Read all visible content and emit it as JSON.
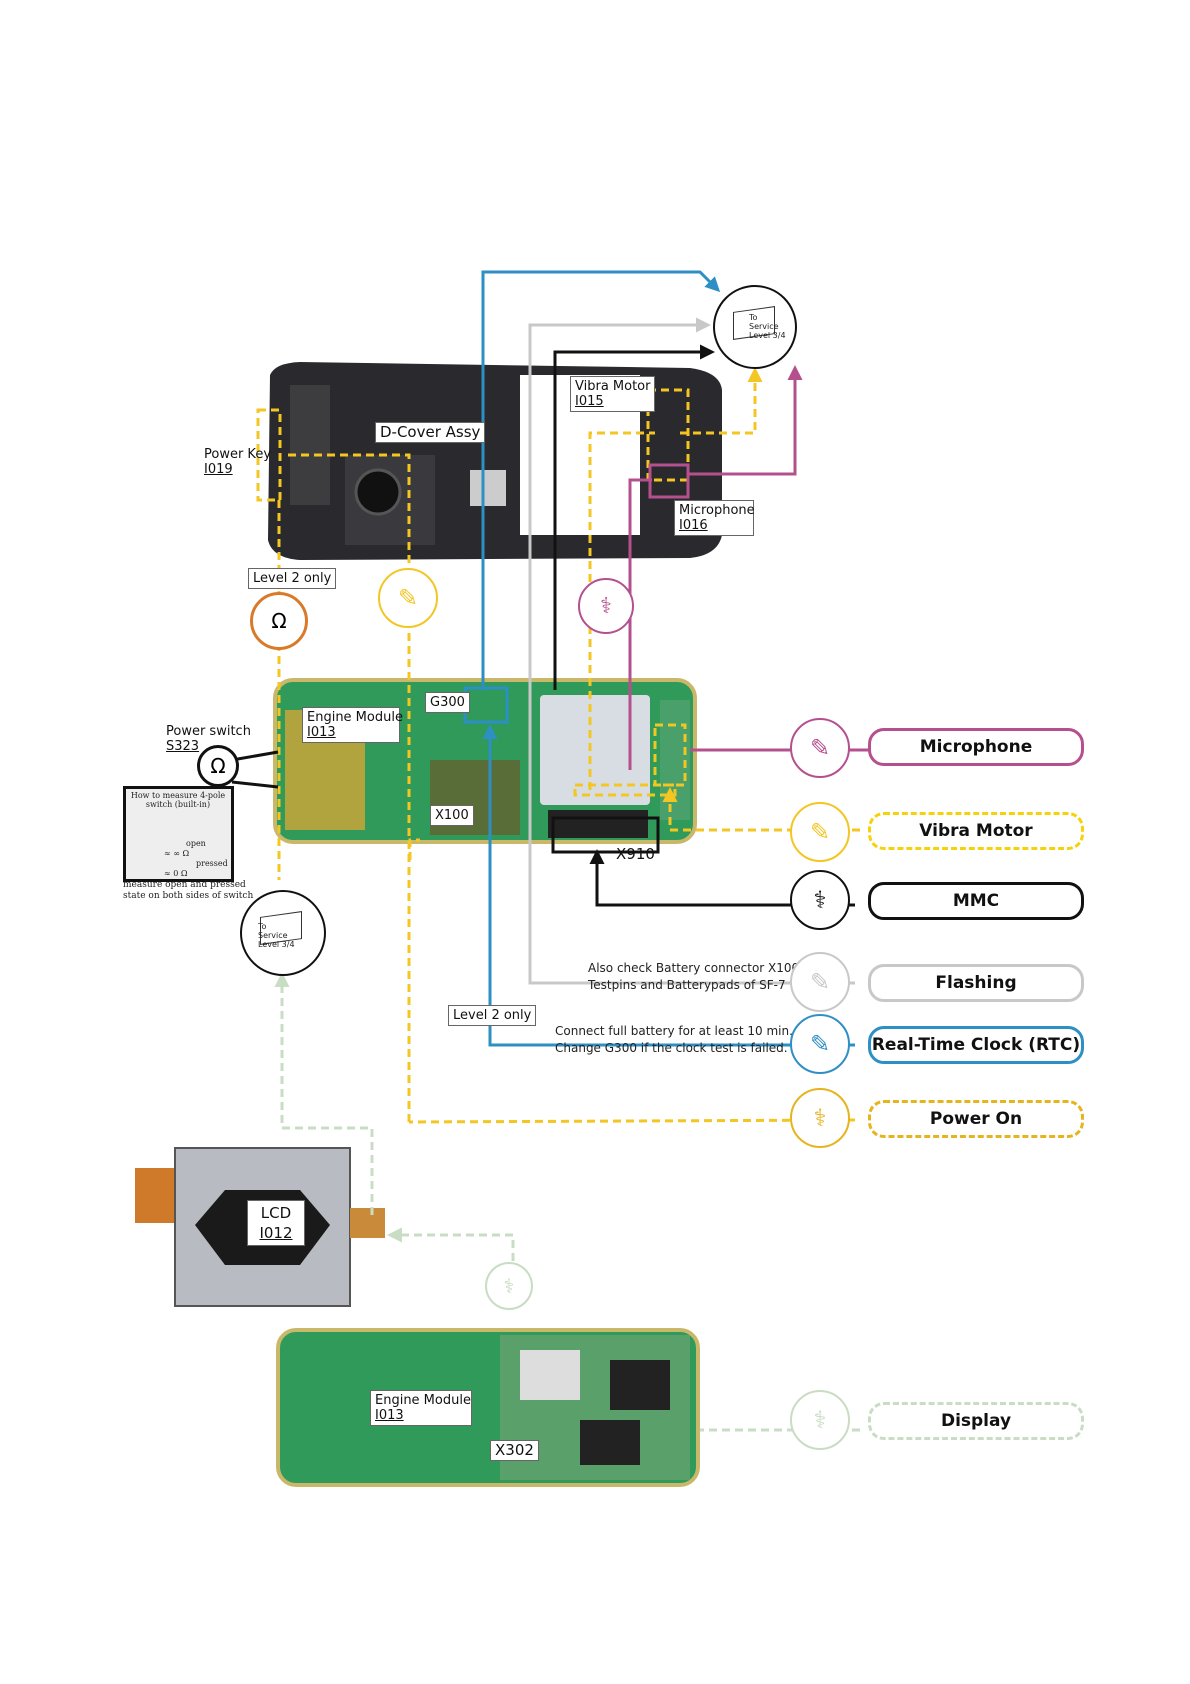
{
  "components": {
    "d_cover": "D-Cover Assy",
    "power_key": {
      "name": "Power Key",
      "ref": "I019"
    },
    "vibra_motor": {
      "name": "Vibra Motor",
      "ref": "I015"
    },
    "microphone": {
      "name": "Microphone",
      "ref": "I016"
    },
    "engine_module_top": {
      "name": "Engine Module",
      "ref": "I013"
    },
    "power_switch": {
      "name": "Power switch",
      "ref": "S323"
    },
    "g300": "G300",
    "x100": "X100",
    "x910": "X910",
    "lcd": {
      "name": "LCD",
      "ref": "I012"
    },
    "engine_module_bottom": {
      "name": "Engine Module",
      "ref": "I013"
    },
    "x302": "X302",
    "service_level_top": {
      "line1": "To",
      "line2": "Service",
      "line3": "Level 3/4"
    },
    "service_level_mid": {
      "line1": "To",
      "line2": "Service",
      "line3": "Level 3/4"
    }
  },
  "labels": {
    "level2_a": "Level 2 only",
    "level2_b": "Level 2 only",
    "ohm": "Ω"
  },
  "switch_instruction": {
    "title": "How to measure 4-pole switch (built-in)",
    "open": "open",
    "open_value": "≈ ∞ Ω",
    "pressed": "pressed",
    "pressed_value": "≈ 0 Ω",
    "caption1": "measure open and pressed",
    "caption2": "state on both sides of switch"
  },
  "notes": {
    "flashing_1": "Also check Battery connector X100,",
    "flashing_2": "Testpins and Batterypads of SF-7",
    "rtc_1": "Connect full battery for at least 10 min.",
    "rtc_2": "Change G300 if the clock test is failed."
  },
  "tests": [
    {
      "label": "Microphone",
      "color": "#b5508f",
      "style": "solid"
    },
    {
      "label": "Vibra Motor",
      "color": "#f5d20a",
      "style": "dash"
    },
    {
      "label": "MMC",
      "color": "#111111",
      "style": "solid"
    },
    {
      "label": "Flashing",
      "color": "#c8c8c8",
      "style": "solid"
    },
    {
      "label": "Real-Time Clock (RTC)",
      "color": "#2e8fc4",
      "style": "solid"
    },
    {
      "label": "Power On",
      "color": "#e5b41e",
      "style": "dash"
    },
    {
      "label": "Display",
      "color": "#c9dcc4",
      "style": "dash"
    }
  ],
  "icons": [
    "esd-brush-icon",
    "flash-tool-icon",
    "ohm-meter-icon",
    "service-box-icon"
  ],
  "colors": {
    "yellow": "#f3c623",
    "blue": "#2e8fc4",
    "magenta": "#b5508f",
    "black": "#111111",
    "gray": "#c8c8c8",
    "green": "#c9dcc4",
    "orange": "#d97a2b",
    "pcb": "#2f9a5a"
  }
}
